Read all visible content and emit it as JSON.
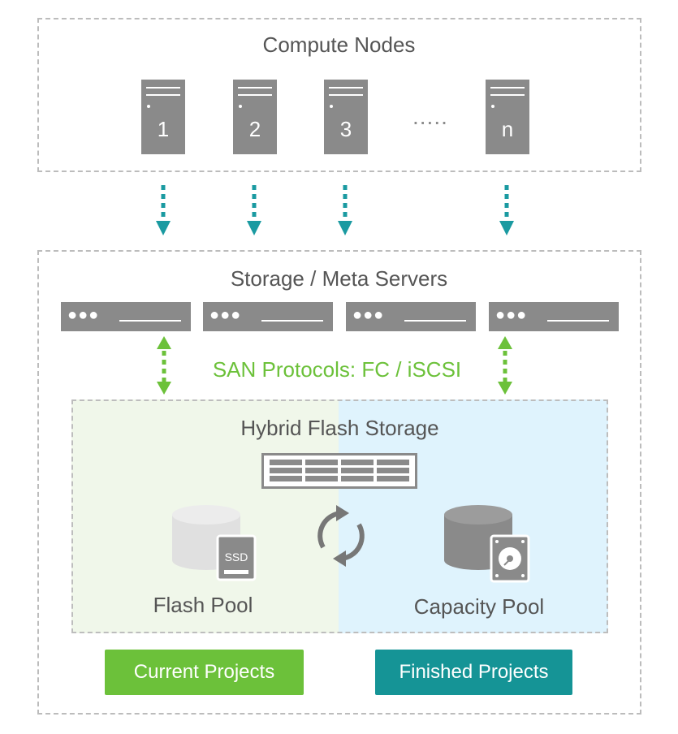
{
  "compute": {
    "title": "Compute Nodes",
    "nodes": [
      "1",
      "2",
      "3",
      "n"
    ],
    "ellipsis": "....."
  },
  "storage": {
    "title": "Storage / Meta Servers"
  },
  "san": {
    "label": "SAN Protocols: FC / iSCSI"
  },
  "hybrid": {
    "title": "Hybrid Flash Storage",
    "ssd_label": "SSD"
  },
  "pools": {
    "flash": "Flash Pool",
    "capacity": "Capacity Pool"
  },
  "buttons": {
    "current": "Current Projects",
    "finished": "Finished Projects"
  },
  "colors": {
    "teal": "#1a9aa1",
    "green": "#6cc13a",
    "gray": "#8a8a8a",
    "flash_bg": "#f0f7ea",
    "capacity_bg": "#dff3fd",
    "button_teal": "#159496"
  },
  "icons": [
    "server-icon",
    "rack-server-icon",
    "dotted-arrow-down-icon",
    "dotted-double-arrow-icon",
    "storage-array-icon",
    "database-icon",
    "ssd-icon",
    "hdd-icon",
    "sync-icon"
  ]
}
